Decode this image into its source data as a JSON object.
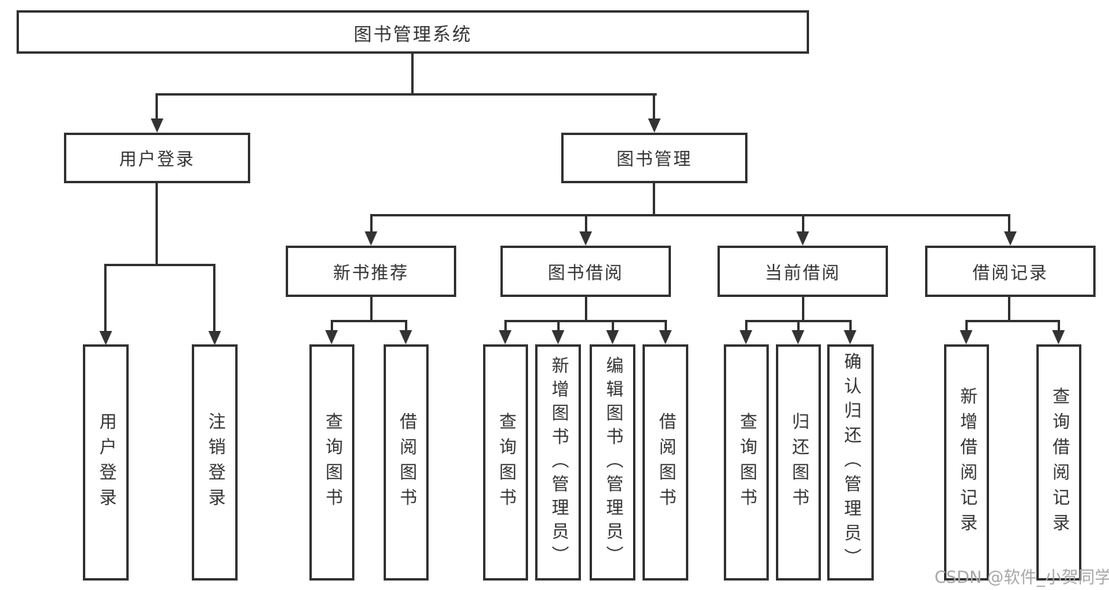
{
  "nodes": {
    "root": "图书管理系统",
    "user_login": "用户登录",
    "book_management": "图书管理",
    "new_book_recommend": "新书推荐",
    "book_borrowing": "图书借阅",
    "current_borrowing": "当前借阅",
    "borrowing_records": "借阅记录",
    "leaf_user_login": "用户登录",
    "leaf_logout": "注销登录",
    "leaf_nbr_query_books": "查询图书",
    "leaf_nbr_borrow_books": "借阅图书",
    "leaf_bb_query_books": "查询图书",
    "leaf_bb_add_books_admin": "新增图书（管理员）",
    "leaf_bb_edit_books_admin": "编辑图书（管理员）",
    "leaf_bb_borrow_books": "借阅图书",
    "leaf_cb_query_books": "查询图书",
    "leaf_cb_return_books": "归还图书",
    "leaf_cb_confirm_return_admin": "确认归还（管理员）",
    "leaf_br_add_record": "新增借阅记录",
    "leaf_br_query_record": "查询借阅记录"
  },
  "watermark": "CSDN @软件_小贺同学",
  "colors": {
    "line": "#333333",
    "text": "#333333",
    "watermark": "#a6a6a6",
    "background": "#ffffff"
  }
}
